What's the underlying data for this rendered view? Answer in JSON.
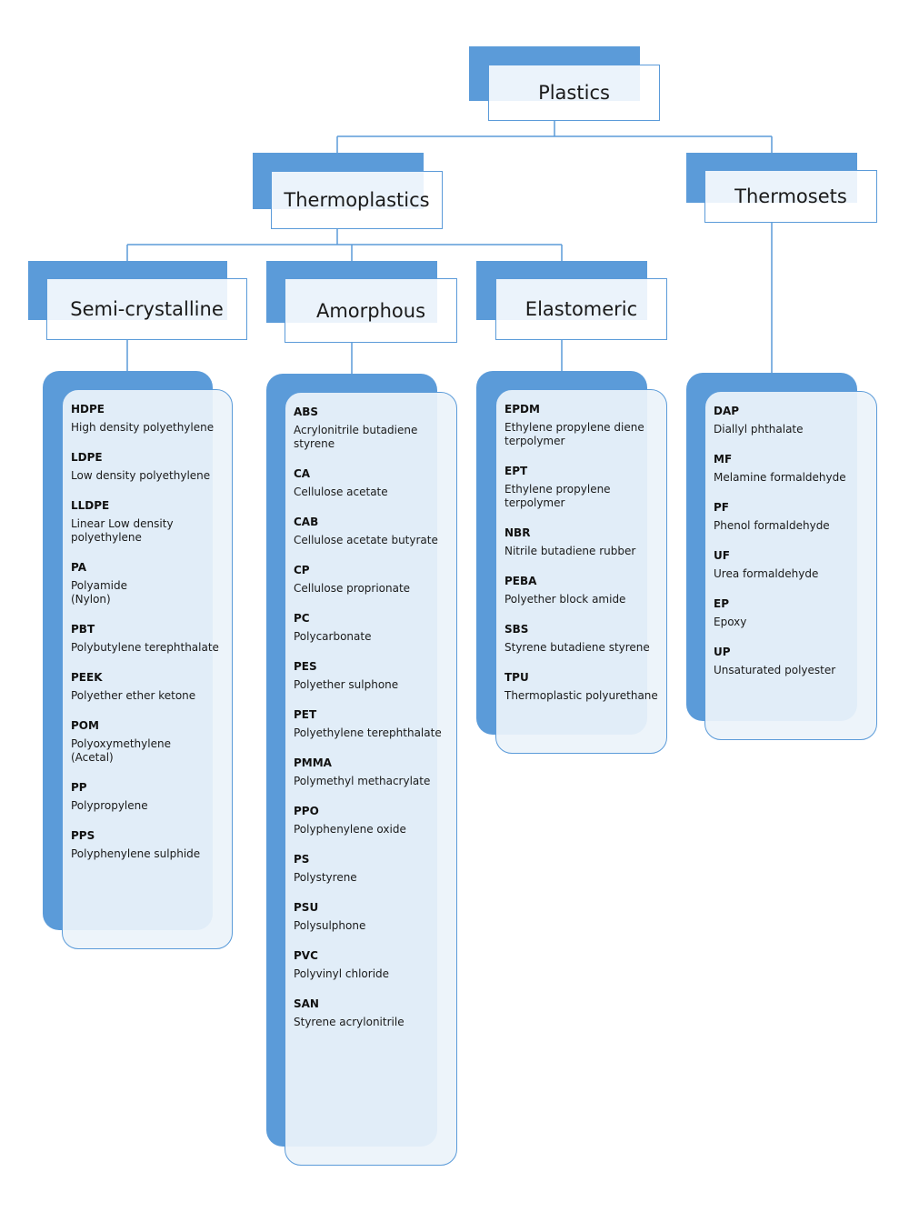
{
  "colors": {
    "accent": "#5b9bd9",
    "line": "#5b9bd9",
    "text": "#1a1a1a"
  },
  "root": {
    "label": "Plastics"
  },
  "level1": [
    {
      "label": "Thermoplastics"
    },
    {
      "label": "Thermosets"
    }
  ],
  "level2": [
    {
      "label": "Semi-crystalline"
    },
    {
      "label": "Amorphous"
    },
    {
      "label": "Elastomeric"
    }
  ],
  "lists": {
    "semi_crystalline": [
      {
        "abbr": "HDPE",
        "name": "High density polyethylene"
      },
      {
        "abbr": "LDPE",
        "name": "Low density polyethylene"
      },
      {
        "abbr": "LLDPE",
        "name": "Linear Low density\npolyethylene"
      },
      {
        "abbr": "PA",
        "name": "Polyamide\n(Nylon)"
      },
      {
        "abbr": "PBT",
        "name": "Polybutylene terephthalate"
      },
      {
        "abbr": "PEEK",
        "name": "Polyether ether ketone"
      },
      {
        "abbr": "POM",
        "name": "Polyoxymethylene\n(Acetal)"
      },
      {
        "abbr": "PP",
        "name": "Polypropylene"
      },
      {
        "abbr": "PPS",
        "name": "Polyphenylene sulphide"
      }
    ],
    "amorphous": [
      {
        "abbr": "ABS",
        "name": "Acrylonitrile butadiene styrene"
      },
      {
        "abbr": "CA",
        "name": "Cellulose acetate"
      },
      {
        "abbr": "CAB",
        "name": "Cellulose acetate butyrate"
      },
      {
        "abbr": "CP",
        "name": "Cellulose proprionate"
      },
      {
        "abbr": "PC",
        "name": "Polycarbonate"
      },
      {
        "abbr": "PES",
        "name": "Polyether sulphone"
      },
      {
        "abbr": "PET",
        "name": "Polyethylene terephthalate"
      },
      {
        "abbr": "PMMA",
        "name": "Polymethyl methacrylate"
      },
      {
        "abbr": "PPO",
        "name": "Polyphenylene oxide"
      },
      {
        "abbr": "PS",
        "name": "Polystyrene"
      },
      {
        "abbr": "PSU",
        "name": "Polysulphone"
      },
      {
        "abbr": "PVC",
        "name": "Polyvinyl chloride"
      },
      {
        "abbr": "SAN",
        "name": "Styrene acrylonitrile"
      }
    ],
    "elastomeric": [
      {
        "abbr": "EPDM",
        "name": "Ethylene propylene diene\nterpolymer"
      },
      {
        "abbr": "EPT",
        "name": "Ethylene propylene terpolymer"
      },
      {
        "abbr": "NBR",
        "name": "Nitrile butadiene rubber"
      },
      {
        "abbr": "PEBA",
        "name": "Polyether block amide"
      },
      {
        "abbr": "SBS",
        "name": "Styrene butadiene styrene"
      },
      {
        "abbr": "TPU",
        "name": "Thermoplastic polyurethane"
      }
    ],
    "thermosets": [
      {
        "abbr": "DAP",
        "name": "Diallyl phthalate"
      },
      {
        "abbr": "MF",
        "name": "Melamine formaldehyde"
      },
      {
        "abbr": "PF",
        "name": "Phenol formaldehyde"
      },
      {
        "abbr": "UF",
        "name": "Urea formaldehyde"
      },
      {
        "abbr": "EP",
        "name": "Epoxy"
      },
      {
        "abbr": "UP",
        "name": "Unsaturated polyester"
      }
    ]
  }
}
